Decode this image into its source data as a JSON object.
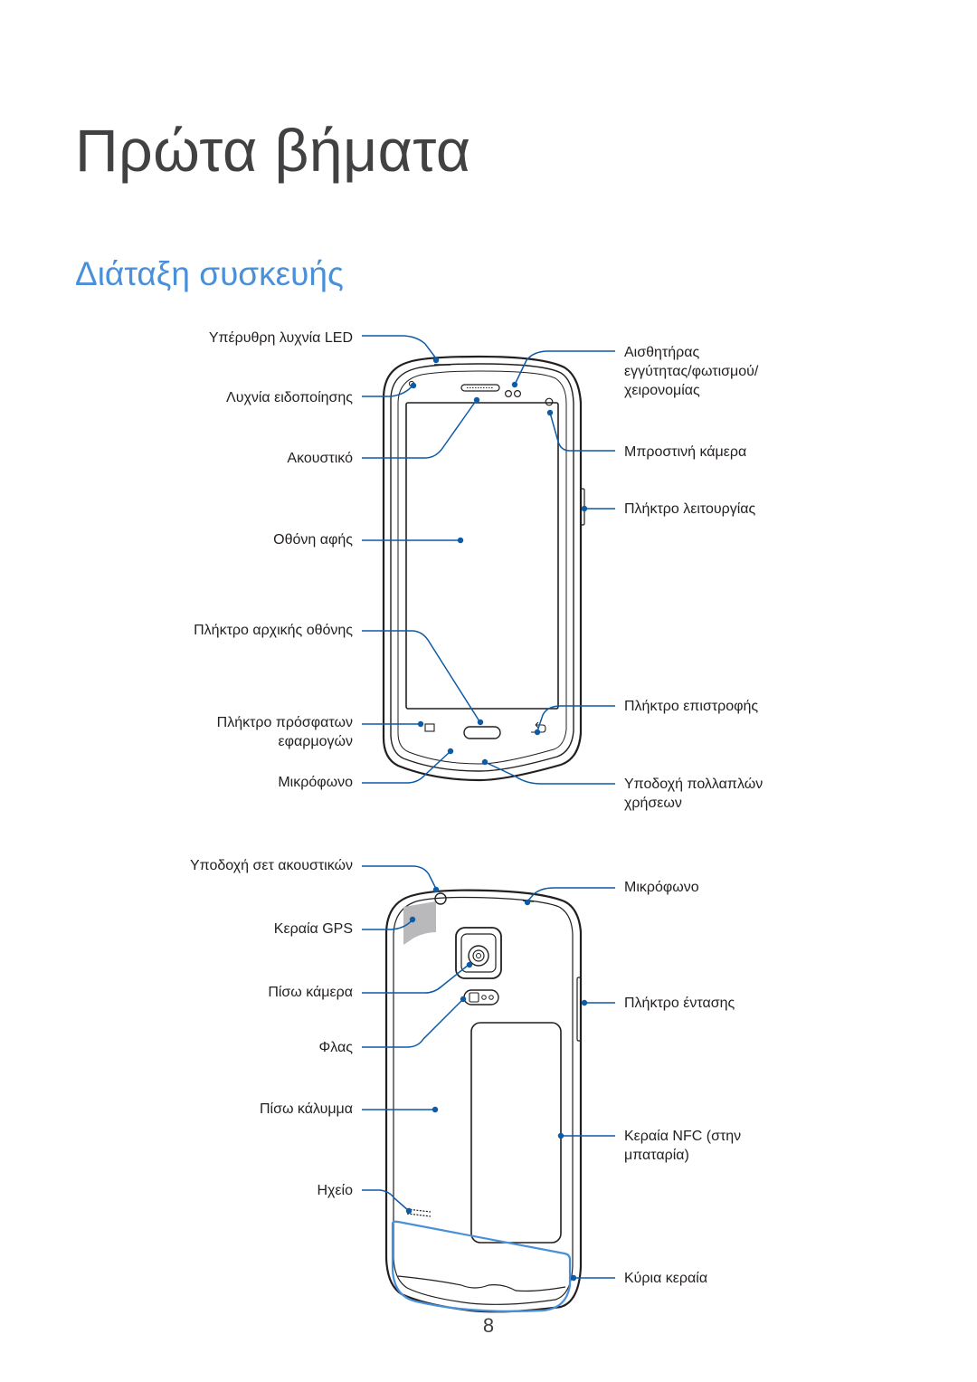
{
  "header": {
    "chapter_title": "Πρώτα βήματα",
    "section_title": "Διάταξη συσκευής"
  },
  "front_view": {
    "left_labels": [
      "Υπέρυθρη λυχνία LED",
      "Λυχνία ειδοποίησης",
      "Ακουστικό",
      "Οθόνη αφής",
      "Πλήκτρο αρχικής οθόνης",
      "Πλήκτρο πρόσφατων\nεφαρμογών",
      "Μικρόφωνο"
    ],
    "right_labels": [
      "Αισθητήρας\nεγγύτητας/φωτισμού/\nχειρονομίας",
      "Μπροστινή κάμερα",
      "Πλήκτρο λειτουργίας",
      "Πλήκτρο επιστροφής",
      "Υποδοχή πολλαπλών\nχρήσεων"
    ]
  },
  "back_view": {
    "left_labels": [
      "Υποδοχή σετ ακουστικών",
      "Κεραία GPS",
      "Πίσω κάμερα",
      "Φλας",
      "Πίσω κάλυμμα",
      "Ηχείο"
    ],
    "right_labels": [
      "Μικρόφωνο",
      "Πλήκτρο έντασης",
      "Κεραία NFC (στην\nμπαταρία)",
      "Κύρια κεραία"
    ]
  },
  "colors": {
    "callout": "#0d5aa7",
    "highlight": "#4a90d9",
    "title": "#414042",
    "device_outline": "#231f20"
  },
  "page_number": "8"
}
